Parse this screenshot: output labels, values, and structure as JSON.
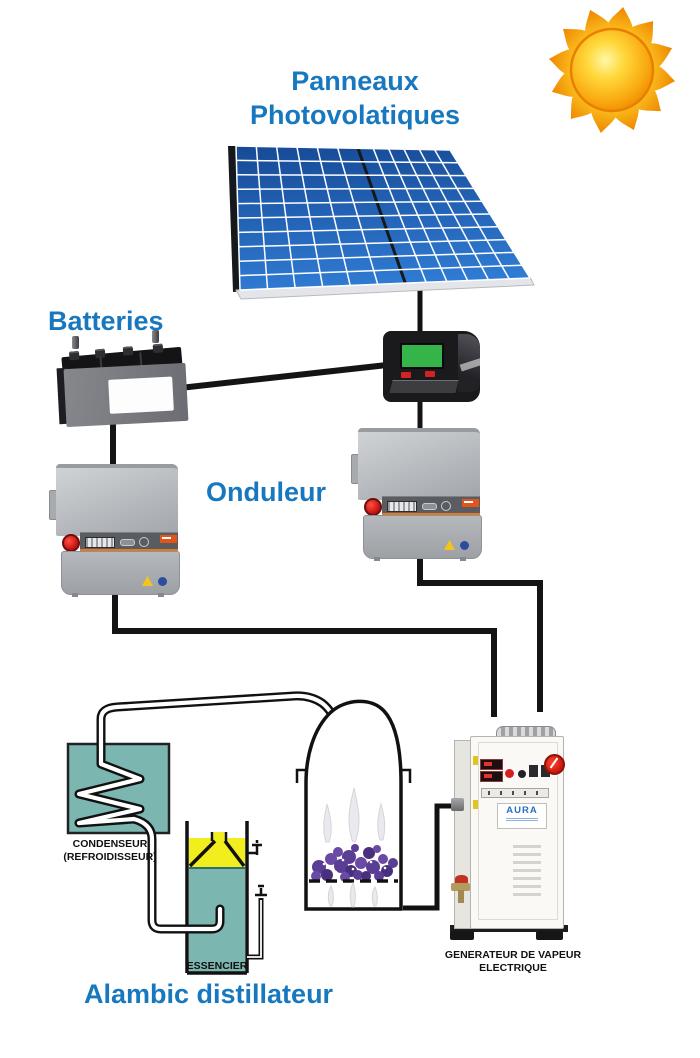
{
  "diagram": {
    "title": {
      "line1": "Panneaux",
      "line2": "Photovolatiques"
    },
    "labels": {
      "batteries": "Batteries",
      "onduleur": "Onduleur",
      "alambic": "Alambic distillateur",
      "condenseur_line1": "CONDENSEUR",
      "condenseur_line2": "(REFROIDISSEUR)",
      "essencier": "ESSENCIER",
      "generateur_line1": "GENERATEUR DE VAPEUR",
      "generateur_line2": "ELECTRIQUE"
    },
    "steam_generator": {
      "brand": "AURA"
    },
    "colors": {
      "label_blue": "#1878bf",
      "panel_cell_blue": "#2f7ad2",
      "condenser_teal": "#7cb6b1",
      "essential_oil_yellow": "#f2ee1e",
      "flower_purple": "#5a3d94",
      "sun_orange": "#ee8600",
      "sun_yellow": "#ffd42a",
      "wire_black": "#141414"
    }
  }
}
